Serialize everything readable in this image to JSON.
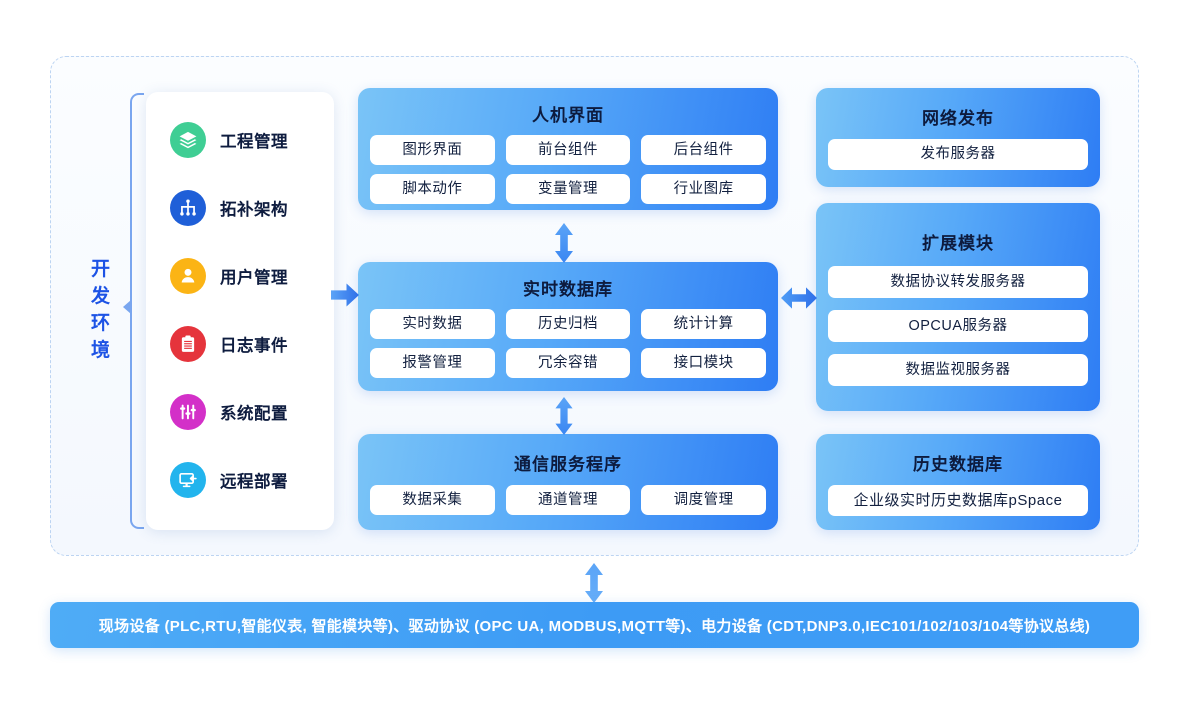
{
  "dev_env": {
    "label": "开发环境",
    "items": [
      {
        "label": "工程管理",
        "icon": "layers-icon",
        "color": "#3fce94"
      },
      {
        "label": "拓补架构",
        "icon": "hierarchy-icon",
        "color": "#1f5fd8"
      },
      {
        "label": "用户管理",
        "icon": "user-icon",
        "color": "#fbb415"
      },
      {
        "label": "日志事件",
        "icon": "clipboard-icon",
        "color": "#e5343c"
      },
      {
        "label": "系统配置",
        "icon": "sliders-icon",
        "color": "#d330c8"
      },
      {
        "label": "远程部署",
        "icon": "remote-monitor-icon",
        "color": "#22b4ed"
      }
    ]
  },
  "panels": {
    "hmi": {
      "title": "人机界面",
      "rows": [
        [
          "图形界面",
          "前台组件",
          "后台组件"
        ],
        [
          "脚本动作",
          "变量管理",
          "行业图库"
        ]
      ]
    },
    "rtdb": {
      "title": "实时数据库",
      "rows": [
        [
          "实时数据",
          "历史归档",
          "统计计算"
        ],
        [
          "报警管理",
          "冗余容错",
          "接口模块"
        ]
      ]
    },
    "comm": {
      "title": "通信服务程序",
      "rows": [
        [
          "数据采集",
          "通道管理",
          "调度管理"
        ]
      ]
    },
    "web": {
      "title": "网络发布",
      "items": [
        "发布服务器"
      ]
    },
    "ext": {
      "title": "扩展模块",
      "items": [
        "数据协议转发服务器",
        "OPCUA服务器",
        "数据监视服务器"
      ]
    },
    "hist": {
      "title": "历史数据库",
      "items": [
        "企业级实时历史数据库pSpace"
      ]
    }
  },
  "bottom_bar": {
    "text": "现场设备 (PLC,RTU,智能仪表, 智能模块等)、驱动协议 (OPC UA, MODBUS,MQTT等)、电力设备 (CDT,DNP3.0,IEC101/102/103/104等协议总线)"
  },
  "arrows": {
    "hmi_to_rtdb": "double-arrow-vertical-icon",
    "rtdb_to_comm": "double-arrow-vertical-icon",
    "dev_to_rtdb": "arrow-right-icon",
    "rtdb_to_ext": "double-arrow-horizontal-icon",
    "comm_to_field": "double-arrow-vertical-icon"
  },
  "colors": {
    "panel_gradient_start": "#7ac4f7",
    "panel_gradient_end": "#2e7df4",
    "title_text": "#0d1b3e",
    "dev_label": "#1d53e5",
    "bracket": "#7aa6ef",
    "dashed_border": "#bcd4f2",
    "bottom_bar": "#3f9df6",
    "arrow": "#3d8ef5"
  }
}
